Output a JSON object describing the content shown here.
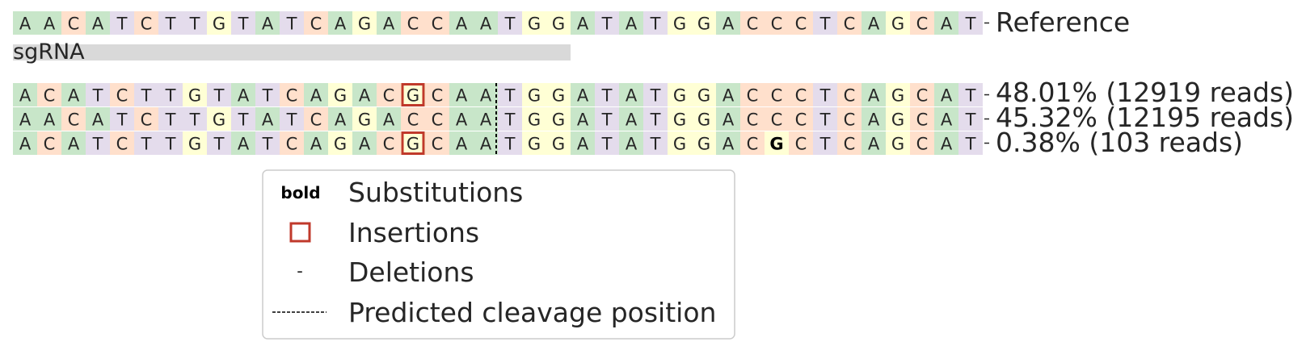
{
  "colors": {
    "A": "#c8e6c9",
    "C": "#ffe0cc",
    "G": "#ffffd5",
    "T": "#e4dcec",
    "sgrna_bar": "#d9d9d9",
    "insertion_box": "#c0392b",
    "legend_border": "#cccccc"
  },
  "reference": {
    "sequence": "AACATCTTGTATCAGACCAATGGATATGGACCCTCAGCAT",
    "label": "Reference"
  },
  "sgrna": {
    "label": "sgRNA",
    "start": 0,
    "end": 23
  },
  "alleles": [
    {
      "sequence": "ACATCTTGTATCAGACGCAATGGATATGGACCCTCAGCAT",
      "label": "48.01% (12919 reads)",
      "insertions": [
        16
      ],
      "substitutions": []
    },
    {
      "sequence": "AACATCTTGTATCAGACCAATGGATATGGACCCTCAGCAT",
      "label": "45.32% (12195 reads)",
      "insertions": [],
      "substitutions": []
    },
    {
      "sequence": "ACATCTTGTATCAGACGCAATGGATATGGACGCTCAGCAT",
      "label": "0.38% (103 reads)",
      "insertions": [
        16
      ],
      "substitutions": [
        31
      ]
    }
  ],
  "cleavage_after_index": 19,
  "legend": {
    "items": [
      {
        "symbol": "bold",
        "label": "Substitutions"
      },
      {
        "symbol": "",
        "label": "Insertions"
      },
      {
        "symbol": "-",
        "label": "Deletions"
      },
      {
        "symbol": "",
        "label": "Predicted cleavage position"
      }
    ]
  }
}
